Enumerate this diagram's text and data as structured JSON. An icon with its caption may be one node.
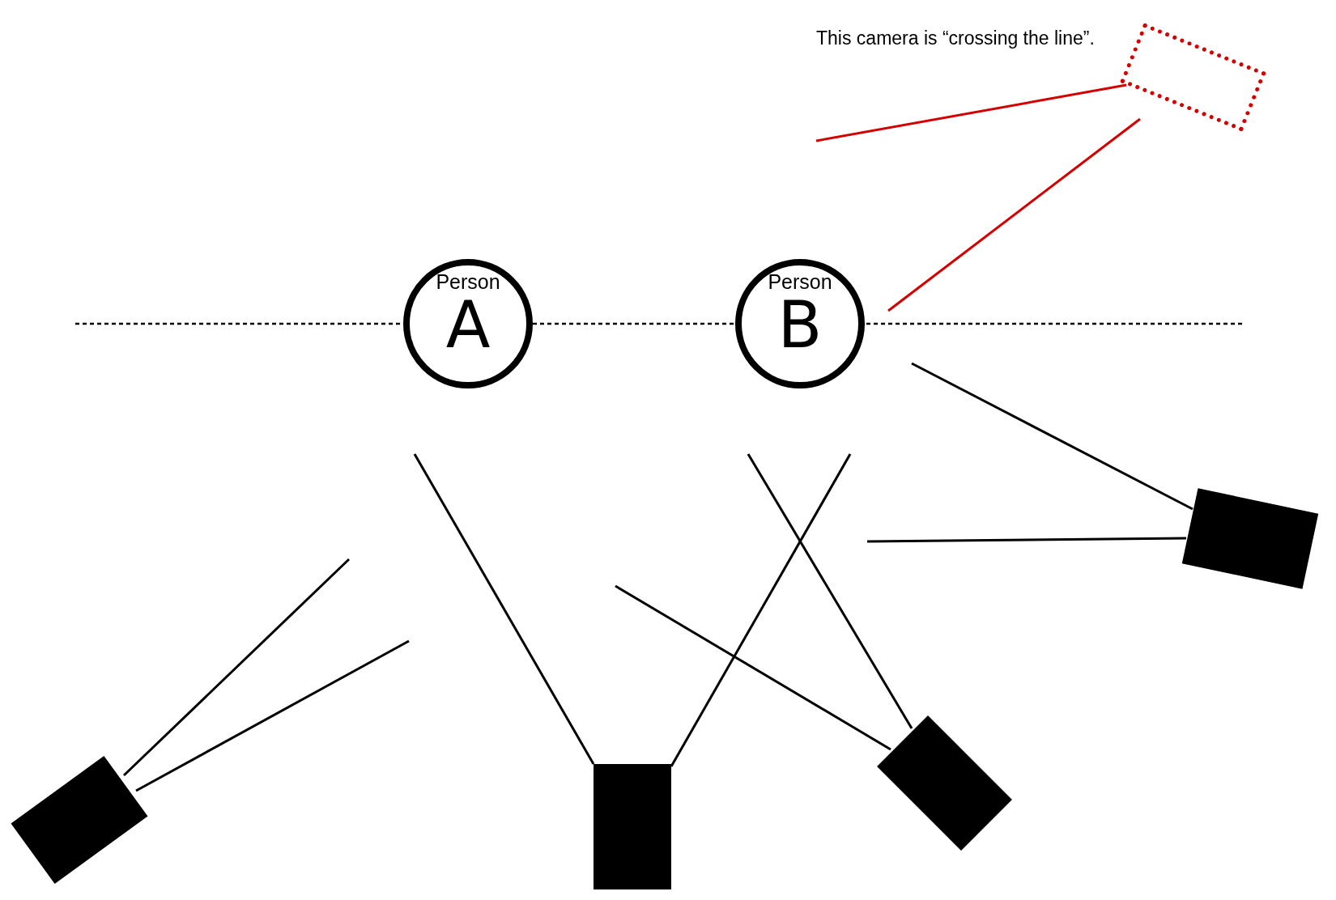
{
  "diagram": {
    "nodes": [
      {
        "text": [],
        "shape": "box",
        "beside": [
          "This camera is “crossing the line”."
        ]
      },
      {
        "text": [
          "Person",
          "A"
        ]
      },
      {
        "text": [
          "Person",
          "B"
        ]
      },
      {
        "text": [],
        "shape": "box"
      },
      {
        "text": [],
        "shape": "box"
      },
      {
        "text": [],
        "shape": "box"
      },
      {
        "text": [],
        "shape": "box"
      }
    ],
    "edges": [
      {
        "from": 1,
        "to": 2,
        "arrow": "none",
        "style": "dashed"
      }
    ]
  }
}
